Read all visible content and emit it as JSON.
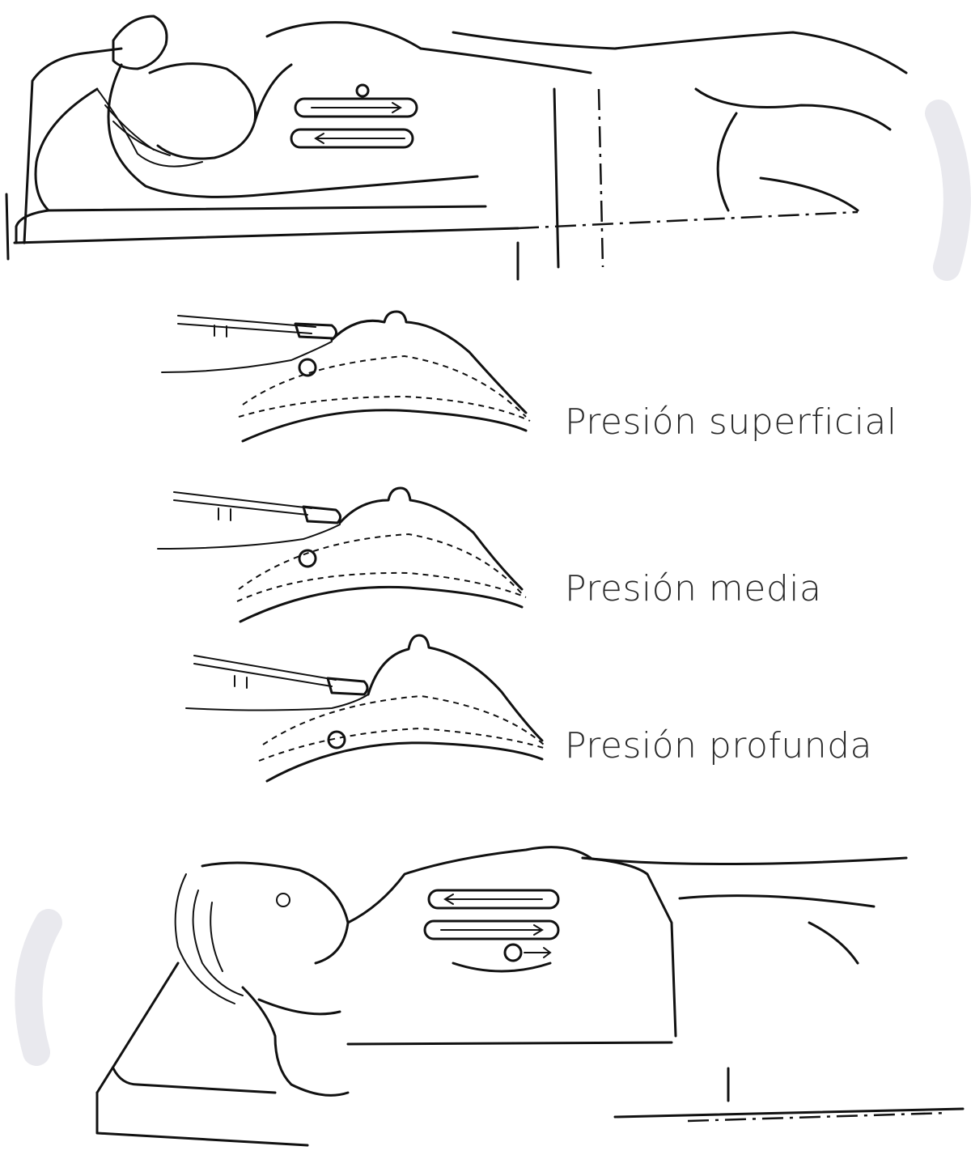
{
  "labels": {
    "superficial": "Presión superficial",
    "media": "Presión media",
    "profunda": "Presión profunda"
  },
  "colors": {
    "ink": "#111111",
    "label_text": "#2a2a2a",
    "background": "#ffffff",
    "watermark": "#e9e9ee"
  },
  "figures": [
    "patient-side-lying-exam",
    "pressure-level-cross-sections",
    "patient-supine-exam"
  ]
}
